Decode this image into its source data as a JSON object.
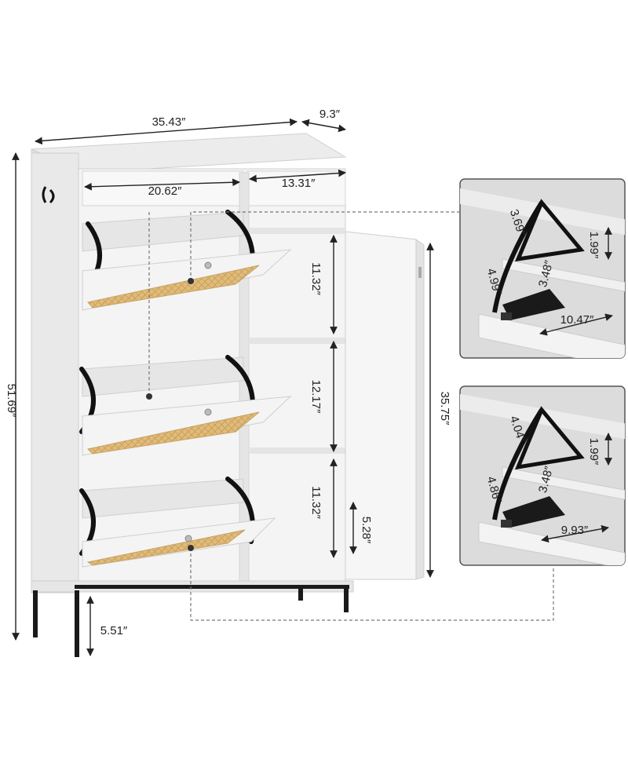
{
  "dimensions": {
    "overall_width": "35.43″",
    "overall_depth": "9.3″",
    "overall_height": "51.69″",
    "drawer_width": "20.62″",
    "right_compartment_width": "13.31″",
    "drawer_spacing_top": "11.32″",
    "drawer_spacing_middle": "12.17″",
    "drawer_spacing_bottom": "11.32″",
    "cabinet_body_height": "35.75″",
    "door_bottom_gap": "5.28″",
    "leg_height": "5.51″"
  },
  "detail_top": {
    "side_length": "3.69″",
    "lower_length": "4.99″",
    "inner_length": "3.48″",
    "height": "1.99″",
    "depth": "10.47″"
  },
  "detail_bottom": {
    "side_length": "4.04″",
    "lower_length": "4.86″",
    "inner_length": "3.48″",
    "height": "1.99″",
    "depth": "9.93″"
  },
  "colors": {
    "cabinet_white": "#f4f4f4",
    "rattan": "#d9b372",
    "metal": "#1a1a1a",
    "detail_bg": "#dcdcdc"
  }
}
